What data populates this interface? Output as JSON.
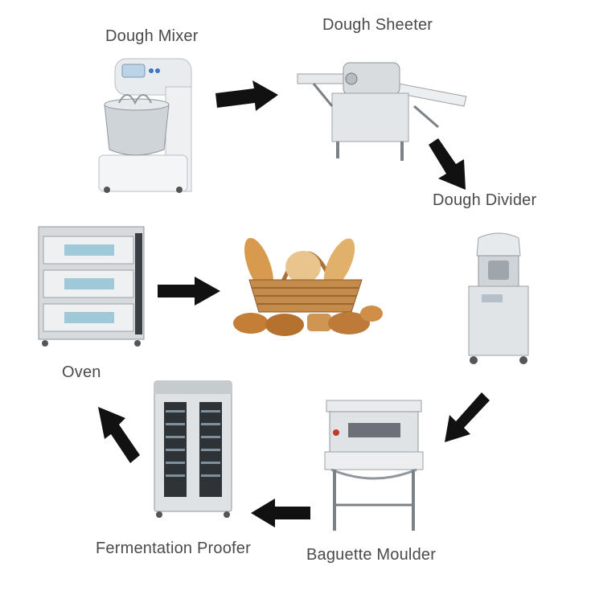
{
  "title": "",
  "stages": [
    {
      "id": "mixer",
      "label": "Dough Mixer",
      "icon": "dough-mixer-icon"
    },
    {
      "id": "sheeter",
      "label": "Dough Sheeter",
      "icon": "dough-sheeter-icon"
    },
    {
      "id": "divider",
      "label": "Dough Divider",
      "icon": "dough-divider-icon"
    },
    {
      "id": "moulder",
      "label": "Baguette Moulder",
      "icon": "baguette-moulder-icon"
    },
    {
      "id": "proofer",
      "label": "Fermentation Proofer",
      "icon": "fermentation-proofer-icon"
    },
    {
      "id": "oven",
      "label": "Oven",
      "icon": "oven-icon"
    },
    {
      "id": "bread",
      "label": "",
      "icon": "bread-basket-icon"
    }
  ],
  "flow": [
    [
      "mixer",
      "sheeter"
    ],
    [
      "sheeter",
      "divider"
    ],
    [
      "divider",
      "moulder"
    ],
    [
      "moulder",
      "proofer"
    ],
    [
      "proofer",
      "oven"
    ],
    [
      "oven",
      "bread"
    ]
  ],
  "colors": {
    "label": "#4a4a4a",
    "arrow": "#111111",
    "steel": "#c9ced3",
    "steel_dark": "#8f969c",
    "bread": "#c98a42"
  }
}
